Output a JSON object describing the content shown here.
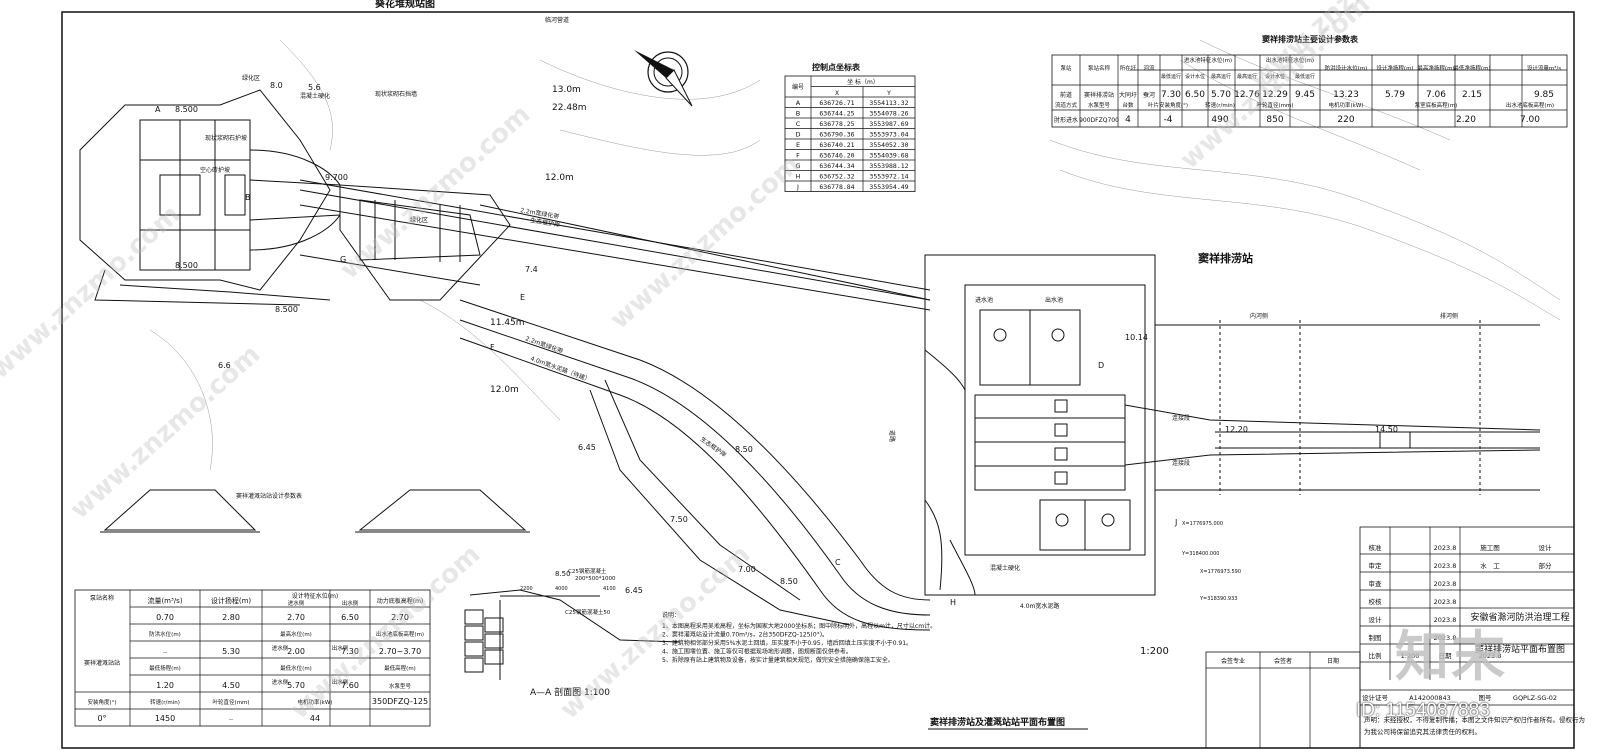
{
  "drawing": {
    "top_title_fragment": "葵花堆规站图",
    "top_label_road": "临河营道",
    "north_arrow_icon": "north-arrow-icon",
    "station_name": "窦祥排涝站",
    "plan_title": "窦祥排涝站及灌溉站站平面布置图",
    "plan_scale": "1:200",
    "section_title": "A—A 剖面图 1:100",
    "section_scale": "1:100",
    "labels": {
      "l1": "绿化区",
      "l2": "混凝土硬化",
      "l3": "现状浆砌石护坡",
      "l4": "现状浆砌石挡墙",
      "l5": "空心砖护坡",
      "l6": "2.2m宽绿化带",
      "l7": "生态框护岸",
      "l8": "4.0m宽水泥路（待建）",
      "l9": "2.2m宽绿化带",
      "l10": "生态框护岸",
      "l11": "4.0m宽水泥路",
      "l12": "混凝土硬化",
      "l13": "出水池",
      "l14": "进水池",
      "l15": "连接段",
      "l16": "连接段",
      "l17": "内河侧",
      "l18": "排河侧",
      "l19": "绿化区",
      "l20": "道路"
    },
    "elevations": [
      "8.500",
      "8.500",
      "8.500",
      "9.700",
      "10.14",
      "12.20",
      "14.50",
      "6.45",
      "7.50",
      "7.00",
      "8.50",
      "8.0",
      "5.6",
      "6.6",
      "7.4",
      "8.50",
      "6.45"
    ],
    "callouts": {
      "c1": "13.0m",
      "c2": "22.48m",
      "c3": "12.0m",
      "c4": "11.45m",
      "c5": "12.0m"
    },
    "points": [
      "A",
      "B",
      "C",
      "D",
      "E",
      "F",
      "G",
      "H",
      "J"
    ],
    "coords_small": [
      "X=1776975.000",
      "Y=318400.000",
      "X=1776973.590",
      "Y=318390.933"
    ]
  },
  "control_table": {
    "title": "控制点坐标表",
    "headers": [
      "编号",
      "X",
      "Y"
    ],
    "group_header": "坐 标（m）",
    "rows": [
      [
        "A",
        "636726.71",
        "3554113.32"
      ],
      [
        "B",
        "636744.25",
        "3554078.26"
      ],
      [
        "C",
        "636778.25",
        "3553987.69"
      ],
      [
        "D",
        "636790.36",
        "3553973.04"
      ],
      [
        "E",
        "636740.21",
        "3554052.30"
      ],
      [
        "F",
        "636746.20",
        "3554039.68"
      ],
      [
        "G",
        "636744.34",
        "3553988.12"
      ],
      [
        "H",
        "636752.32",
        "3553972.14"
      ],
      [
        "J",
        "636778.84",
        "3553954.49"
      ]
    ]
  },
  "param_table": {
    "title": "窦祥排涝站主要设计参数表",
    "h1": [
      "泵站",
      "泵站名称",
      "所在圩",
      "河流",
      "进水池特征水位(m)",
      "出水池特征水位(m)",
      "防洪设计水位(m)",
      "设计净扬程(m)",
      "最高净扬程(m)",
      "最低净扬程(m)",
      "设计流量m³/s"
    ],
    "h2": [
      "最低运行",
      "设计水位",
      "最高运行",
      "最高运行",
      "设计水位",
      "最低运行"
    ],
    "r1": [
      "前道",
      "窦祥排涝站",
      "大同圩",
      "蚕河",
      "7.30",
      "6.50",
      "5.70",
      "12.76",
      "12.29",
      "9.45",
      "13.23",
      "5.79",
      "7.06",
      "2.15",
      "9.85"
    ],
    "r2": [
      "流道方式",
      "水泵型号",
      "台数",
      "叶片安装角度(°)",
      "转速(r/min)",
      "叶轮直径(mm)",
      "电机功率(kW)",
      "泵室底板高程(m)",
      "出水池底板高程(m)"
    ],
    "r3": [
      "肘形进水",
      "900DFZQ700",
      "4",
      "-4",
      "490",
      "850",
      "220",
      "2.20",
      "7.00"
    ]
  },
  "irrig_table": {
    "title": "窦祥灌溉站站设计参数表",
    "h": [
      "泵站名称",
      "流量(m³/s)",
      "设计扬程(m)",
      "设计特征水位(m)",
      "动力底板高程(m)"
    ],
    "sub": [
      "进水侧",
      "出水侧"
    ],
    "station": "窦祥灌溉站站",
    "cells": [
      "0.70",
      "2.80",
      "2.70",
      "6.50",
      "2.70",
      "防洪水位(m)",
      "最高水位(m)",
      "出水池底板高程(m)",
      "--",
      "5.30",
      "进水侧",
      "2.00",
      "出水侧",
      "7.30",
      "2.70~3.70",
      "最低扬程(m)",
      "最低水位(m)",
      "最低高程(m)",
      "1.20",
      "4.50",
      "进水侧",
      "5.70",
      "出水侧",
      "7.60",
      "水泵型号",
      "安装角度(°)",
      "转速(r/min)",
      "叶轮直径(mm)",
      "电机功率(kW)",
      "350DFZQ-125",
      "0°",
      "1450",
      "--",
      "44"
    ]
  },
  "notes": {
    "title": "说明：",
    "items": [
      "1、本图高程采用吴淞高程，坐标为国家大地2000坐标系；图中除标明外，高程以m计，尺寸以cm计。",
      "2、窦祥灌溉站设计流量0.70m³/s，2台350DFZQ-125(0°)。",
      "3、建筑物相邻部分采用5%水泥土回填，压实度不小于0.95，墙后回填土压实度不小于0.91。",
      "4、施工围堰位置、施工等仅可根据现场地形调整，图规断面仅供参考。",
      "5、拆除原有站上建筑物及设备，按实计量建筑相关规范，做完安全措施确保施工安全。"
    ]
  },
  "section_labels": {
    "c25_1": "C25钢筋混凝土",
    "c25_size": "200*500*1000",
    "c25_2": "C25钢筋混凝土50",
    "d1": "2200",
    "d2": "4000",
    "d3": "4100",
    "e1": "8.50",
    "e2": "6.45"
  },
  "title_block": {
    "rows": [
      [
        "核准",
        "",
        "2023.8",
        "施工图",
        "设计"
      ],
      [
        "审定",
        "",
        "2023.8",
        "水　工",
        "部分"
      ],
      [
        "审查",
        "",
        "2023.8"
      ],
      [
        "校核",
        "",
        "2023.8"
      ],
      [
        "设计",
        "",
        "2023.8"
      ],
      [
        "制图",
        "",
        "2023.8"
      ],
      [
        "比例",
        "1:200",
        "日期",
        "2023.8"
      ]
    ],
    "project": "安徽省滁河防洪治理工程",
    "drawing_name": "窦祥排涝站平面布置图",
    "cert_label": "设计证号",
    "cert_no": "A142000843",
    "fig_label": "图号",
    "fig_no": "GQPLZ-SG-02",
    "sign_cols": [
      "会签专业",
      "会签者",
      "日期"
    ],
    "bottom_text": "声明：未经授权，不得复制传播；本图之文件知识产权归作者所有。侵权行为为我公司将保留追究其法律责任的权利。"
  },
  "watermark": {
    "site": "www.znzmo.com",
    "brand": "知末",
    "id_tag": "ID: 1154087883"
  },
  "colors": {
    "line": "#111111",
    "watermark": "#bdbdbd"
  }
}
